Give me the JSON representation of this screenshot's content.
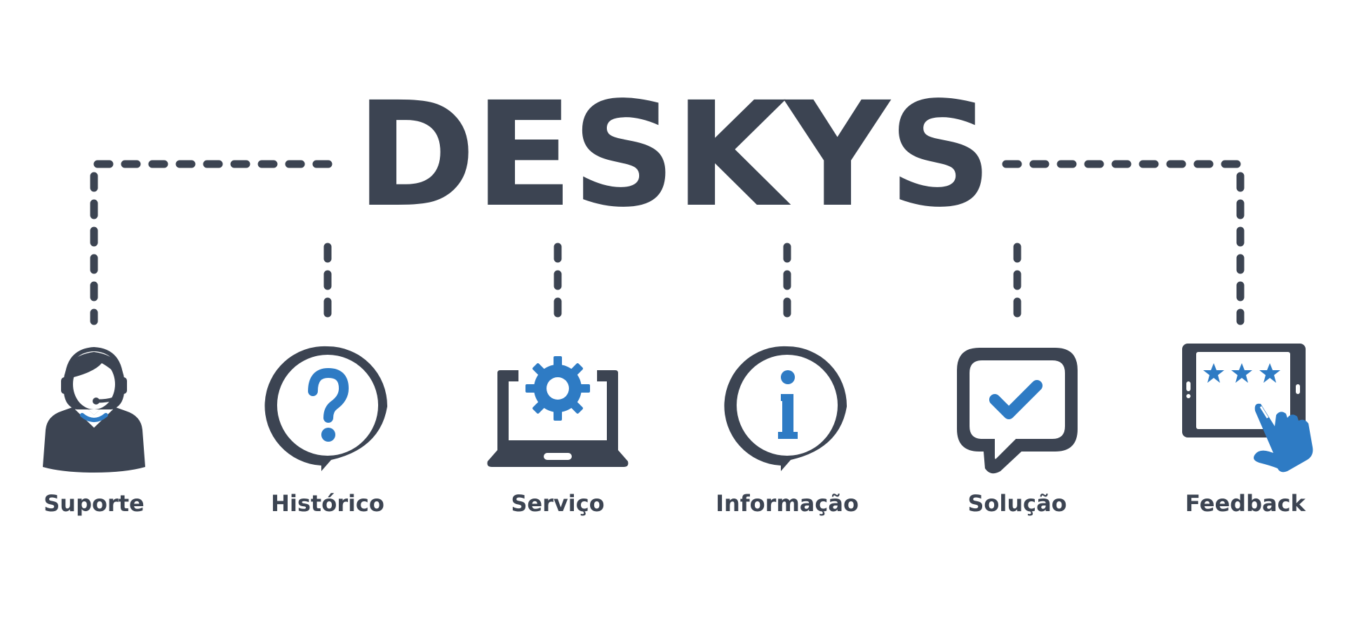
{
  "title": "DESKYS",
  "colors": {
    "dark": "#3c4452",
    "accent": "#2e7bc4",
    "background": "#ffffff"
  },
  "items": [
    {
      "label": "Suporte",
      "icon": "support-agent-icon"
    },
    {
      "label": "Histórico",
      "icon": "question-bubble-icon"
    },
    {
      "label": "Serviço",
      "icon": "laptop-gear-icon"
    },
    {
      "label": "Informação",
      "icon": "info-bubble-icon"
    },
    {
      "label": "Solução",
      "icon": "check-bubble-icon"
    },
    {
      "label": "Feedback",
      "icon": "tablet-rating-icon"
    }
  ]
}
